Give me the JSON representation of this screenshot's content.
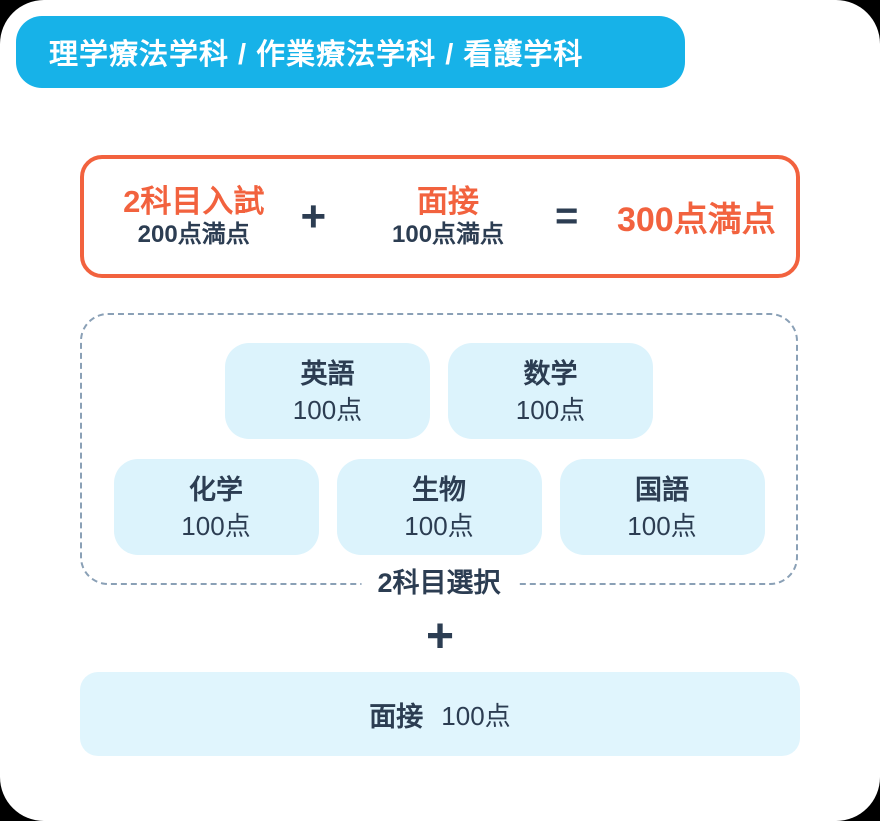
{
  "header": {
    "title": "理学療法学科 / 作業療法学科 / 看護学科"
  },
  "formula": {
    "exam": {
      "label": "2科目入試",
      "points": "200点満点"
    },
    "plus": "+",
    "interview": {
      "label": "面接",
      "points": "100点満点"
    },
    "equals": "=",
    "total": "300点満点"
  },
  "selection": {
    "label": "2科目選択",
    "subjects": [
      {
        "name": "英語",
        "score": "100点"
      },
      {
        "name": "数学",
        "score": "100点"
      },
      {
        "name": "化学",
        "score": "100点"
      },
      {
        "name": "生物",
        "score": "100点"
      },
      {
        "name": "国語",
        "score": "100点"
      }
    ]
  },
  "connector": {
    "plus": "+"
  },
  "interview_bar": {
    "label": "面接",
    "score": "100点"
  },
  "colors": {
    "header_cyan": "#17B2E8",
    "accent_orange": "#F2623E",
    "text_navy": "#2C3D52",
    "card_blue": "#DCF3FC",
    "bar_blue": "#E0F5FD",
    "dash_gray_blue": "#8AA0B6",
    "page_background": "#FFFFFF"
  }
}
